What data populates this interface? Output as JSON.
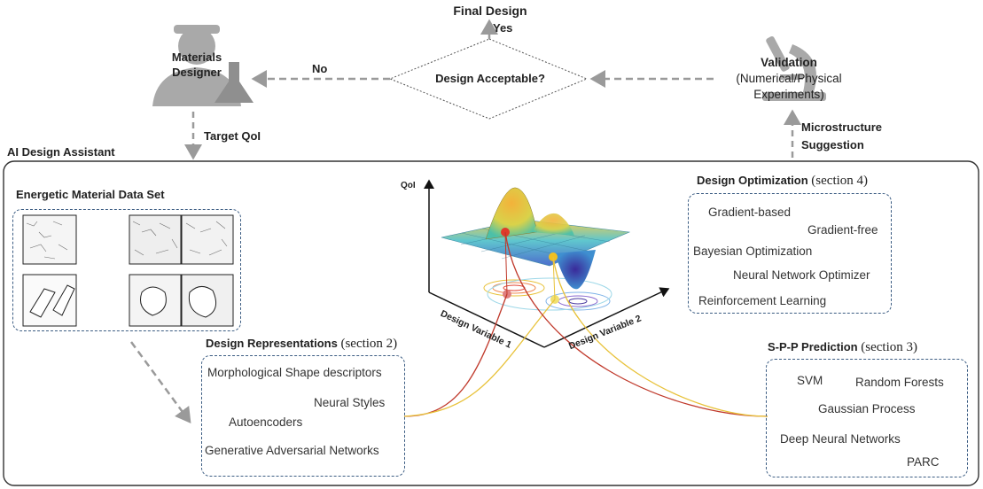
{
  "top": {
    "final_design": "Final Design",
    "yes": "Yes",
    "no": "No",
    "decision": "Design Acceptable?",
    "designer_line1": "Materials",
    "designer_line2": "Designer",
    "validation_title": "Validation",
    "validation_line2": "(Numerical/Physical",
    "validation_line3": "Experiments)",
    "target_qoi": "Target QoI",
    "micro_line1": "Microstructure",
    "micro_line2": "Suggestion"
  },
  "assistant_title": "AI Design Assistant",
  "dataset": {
    "title": "Energetic Material Data Set"
  },
  "plot": {
    "qoi_label": "QoI",
    "axis1": "Design Variable 1",
    "axis2": "Design Variable 2"
  },
  "optimization": {
    "title": "Design Optimization",
    "section": "(section 4)",
    "items": [
      "Gradient-based",
      "Gradient-free",
      "Bayesian Optimization",
      "Neural Network Optimizer",
      "Reinforcement Learning"
    ]
  },
  "representations": {
    "title": "Design Representations",
    "section": "(section 2)",
    "items": [
      "Morphological Shape descriptors",
      "Neural Styles",
      "Autoencoders",
      "Generative Adversarial Networks"
    ]
  },
  "spp": {
    "title": "S-P-P Prediction",
    "section": "(section 3)",
    "items": [
      "SVM",
      "Random Forests",
      "Gaussian Process",
      "Deep Neural Networks",
      "PARC"
    ]
  },
  "colors": {
    "frame": "#333333",
    "dashed_box": "#3c5d83",
    "arrow": "#9a9a9a",
    "red_curve": "#c0392b",
    "yellow_curve": "#e8c23a"
  }
}
